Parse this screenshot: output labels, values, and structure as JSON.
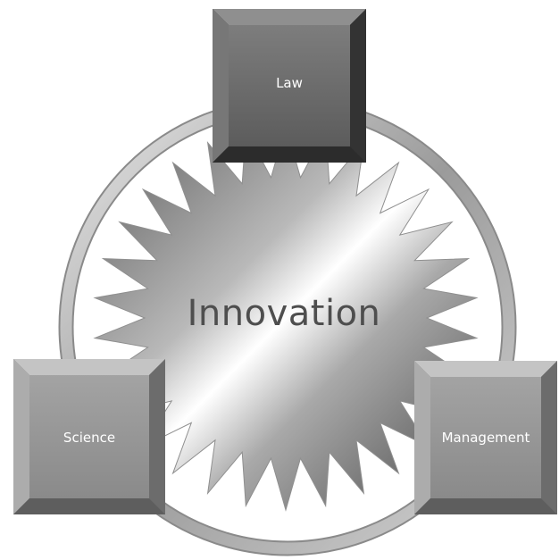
{
  "diagram": {
    "center": {
      "label": "Innovation"
    },
    "nodes": [
      {
        "id": "top",
        "label": "Law"
      },
      {
        "id": "left",
        "label": "Science"
      },
      {
        "id": "right",
        "label": "Management"
      }
    ]
  }
}
